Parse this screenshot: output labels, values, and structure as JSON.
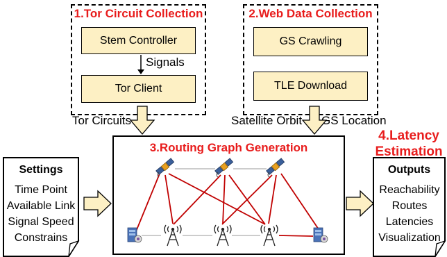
{
  "stage1": {
    "title": "1.Tor Circuit Collection",
    "box_top": "Stem Controller",
    "arrow_label": "Signals",
    "box_bottom": "Tor Client"
  },
  "stage2": {
    "title": "2.Web Data Collection",
    "box_top": "GS Crawling",
    "box_bottom": "TLE Download"
  },
  "flows": {
    "tor_circuits": "Tor Circuits",
    "satellite_orbit": "Satellite Orbit",
    "gs_location": "GS Location"
  },
  "stage3": {
    "title": "3.Routing Graph Generation"
  },
  "stage4": {
    "title_line1": "4.Latency",
    "title_line2": "Estimation"
  },
  "settings": {
    "title": "Settings",
    "items": [
      "Time Point",
      "Available Link",
      "Signal Speed",
      "Constrains"
    ]
  },
  "outputs": {
    "title": "Outputs",
    "items": [
      "Reachability",
      "Routes",
      "Latencies",
      "Visualization"
    ]
  },
  "icons": {
    "satellite": "satellite-icon",
    "tower": "radio-tower-icon",
    "server": "server-icon"
  },
  "colors": {
    "title_red": "#e81c1c",
    "box_fill": "#fdf0c4",
    "link_red": "#c00000",
    "link_gray": "#bbbbbb"
  }
}
